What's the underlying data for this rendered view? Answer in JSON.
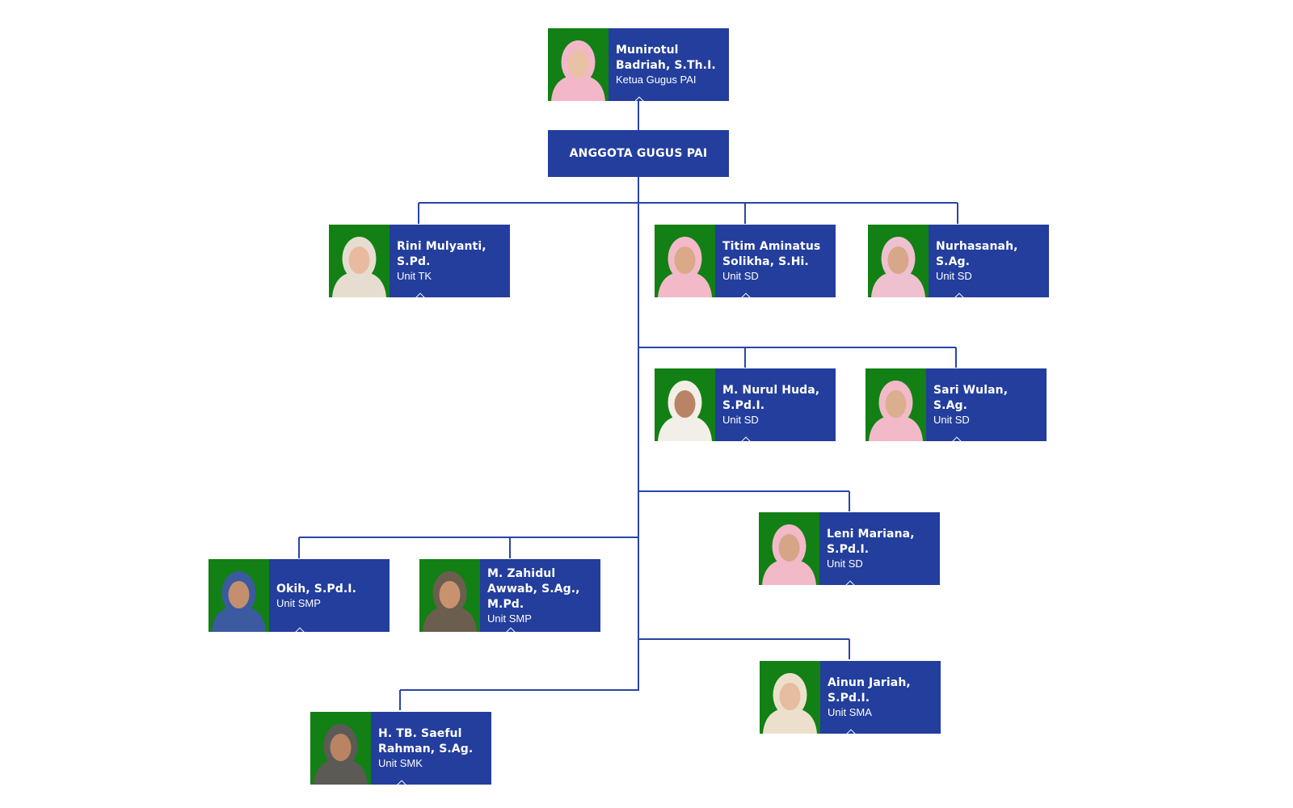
{
  "chart": {
    "head": {
      "name": "Munirotul Badriah, S.Th.I.",
      "role": "Ketua Gugus PAI",
      "skin": "#e9c2a6",
      "veil": "#f2b8c9"
    },
    "group_title": "ANGGOTA GUGUS PAI",
    "members": [
      {
        "name": "Rini Mulyanti, S.Pd.",
        "role": "Unit TK",
        "skin": "#e8bba0",
        "veil": "#e6ddd0"
      },
      {
        "name": "Titim Aminatus Solikha, S.Hi.",
        "role": "Unit SD",
        "skin": "#d9a988",
        "veil": "#f3b9c8"
      },
      {
        "name": "Nurhasanah, S.Ag.",
        "role": "Unit SD",
        "skin": "#d8a78a",
        "veil": "#efc0cf"
      },
      {
        "name": "M. Nurul Huda, S.Pd.I.",
        "role": "Unit SD",
        "skin": "#b98465",
        "veil": "#f2efe8"
      },
      {
        "name": "Sari Wulan, S.Ag.",
        "role": "Unit SD",
        "skin": "#dcae90",
        "veil": "#f2b9c9"
      },
      {
        "name": "Leni Mariana, S.Pd.I.",
        "role": "Unit SD",
        "skin": "#d6a587",
        "veil": "#f2b9c9"
      },
      {
        "name": "Okih, S.Pd.I.",
        "role": "Unit SMP",
        "skin": "#c48f6e",
        "veil": "#3b5aa0"
      },
      {
        "name": "M. Zahidul Awwab, S.Ag., M.Pd.",
        "role": "Unit SMP",
        "skin": "#c89270",
        "veil": "#6b5e4f"
      },
      {
        "name": "Ainun Jariah, S.Pd.I.",
        "role": "Unit SMA",
        "skin": "#e6bda0",
        "veil": "#ece0cc"
      },
      {
        "name": "H. TB. Saeful Rahman, S.Ag.",
        "role": "Unit SMK",
        "skin": "#b98463",
        "veil": "#5c5a55"
      }
    ]
  },
  "colors": {
    "box": "#233e9c",
    "line": "#2a45a6",
    "photo_bg": "#128014"
  },
  "icons": {
    "photo": "person-photo-icon",
    "connector": "diamond-notch-icon"
  }
}
